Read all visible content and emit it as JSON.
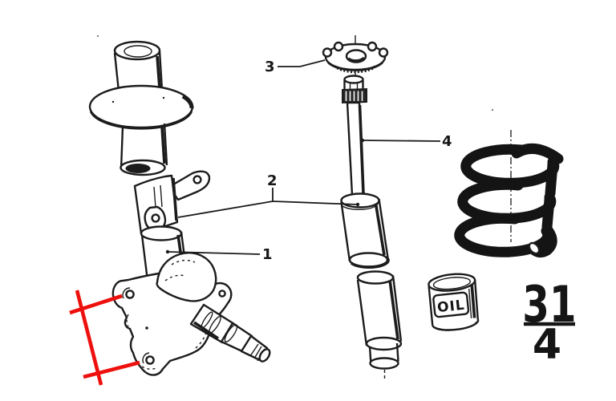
{
  "colors": {
    "paper": "#ffffff",
    "ink": "#1c1c1c",
    "annotation_red": "#ed100d",
    "spring_black": "#141414"
  },
  "callouts": {
    "item1": {
      "label": "1"
    },
    "item2": {
      "label": "2"
    },
    "item3": {
      "label": "3"
    },
    "item4": {
      "label": "4"
    }
  },
  "oil_can": {
    "label": "OIL"
  },
  "section_number": {
    "numerator": "31",
    "denominator": "4"
  }
}
